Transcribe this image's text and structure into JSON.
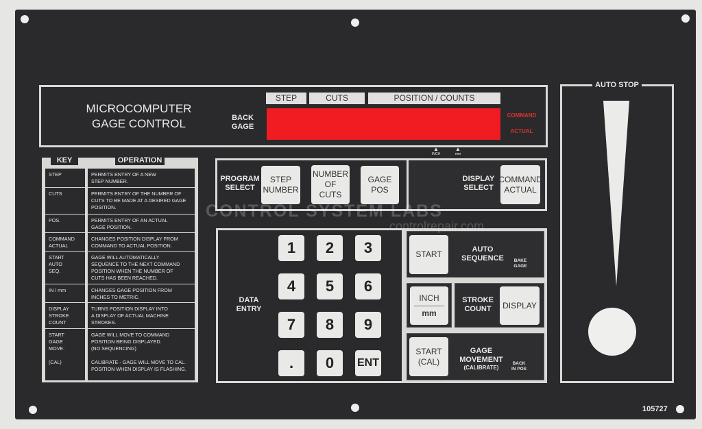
{
  "title": [
    "MICROCOMPUTER",
    "GAGE CONTROL"
  ],
  "display": {
    "tabs": [
      "STEP",
      "CUTS",
      "POSITION / COUNTS"
    ],
    "label": [
      "BACK",
      "GAGE"
    ],
    "modes": [
      "COMMAND",
      "ACTUAL"
    ],
    "units": [
      "INCH",
      "mm"
    ],
    "color": "#f01c22"
  },
  "auto_stop": {
    "title": "AUTO STOP"
  },
  "table": {
    "headers": [
      "KEY",
      "OPERATION"
    ],
    "rows": [
      {
        "key": "STEP",
        "op": "PERMITS ENTRY OF A NEW\nSTEP NUMBER."
      },
      {
        "key": "CUTS",
        "op": "PERMITS ENTRY OF THE NUMBER OF\nCUTS TO BE MADE AT A DESIRED GAGE\nPOSITION."
      },
      {
        "key": "POS.",
        "op": "PERMITS ENTRY OF AN ACTUAL\nGAGE POSITION."
      },
      {
        "key": "COMMAND\nACTUAL",
        "op": "CHANGES POSITION DISPLAY FROM\nCOMMAND TO ACTUAL POSITION."
      },
      {
        "key": "START\nAUTO\nSEQ.",
        "op": "GAGE WILL AUTOMATICALLY\nSEQUENCE TO THE NEXT COMMAND\nPOSITION WHEN THE NUMBER OF\nCUTS HAS BEEN REACHED."
      },
      {
        "key": "IN / mm",
        "op": "CHANGES GAGE POSITION FROM\nINCHES TO METRIC."
      },
      {
        "key": "DISPLAY\nSTROKE\nCOUNT",
        "op": "TURNS POSITION DISPLAY INTO\nA DISPLAY OF ACTUAL MACHINE\nSTROKES."
      },
      {
        "key": "START\nGAGE\nMOVE.\n\n(CAL)",
        "op": "GAGE WILL MOVE TO COMMAND\nPOSITION BEING DISPLAYED.\n(NO SEQUENCING)\n\nCALIBRATE - GAGE WILL MOVE TO CAL.\nPOSITION WHEN DISPLAY IS FLASHING."
      }
    ]
  },
  "program_select": {
    "label": "PROGRAM\nSELECT",
    "buttons": [
      "STEP\nNUMBER",
      "NUMBER\nOF\nCUTS",
      "GAGE\nPOS"
    ]
  },
  "display_select": {
    "label": "DISPLAY\nSELECT",
    "button": "COMMAND\nACTUAL"
  },
  "data_entry": {
    "label": "DATA\nENTRY",
    "keys": [
      "1",
      "2",
      "3",
      "4",
      "5",
      "6",
      "7",
      "8",
      "9",
      ".",
      "0",
      "ENT"
    ]
  },
  "auto_sequence": {
    "button": "START",
    "label": "AUTO\nSEQUENCE",
    "note": "BAKE\nGAGE"
  },
  "units_button": {
    "top": "INCH",
    "bottom": "mm"
  },
  "stroke_count": {
    "label": "STROKE\nCOUNT",
    "button": "DISPLAY"
  },
  "gage_movement": {
    "button": "START\n(CAL)",
    "label": "GAGE\nMOVEMENT",
    "sub": "(CALIBRATE)",
    "note": "BACK\nIN POS"
  },
  "watermark": [
    "CONTROL SYSTEM LABS",
    "controlrepair.com"
  ],
  "part_number": "105727"
}
